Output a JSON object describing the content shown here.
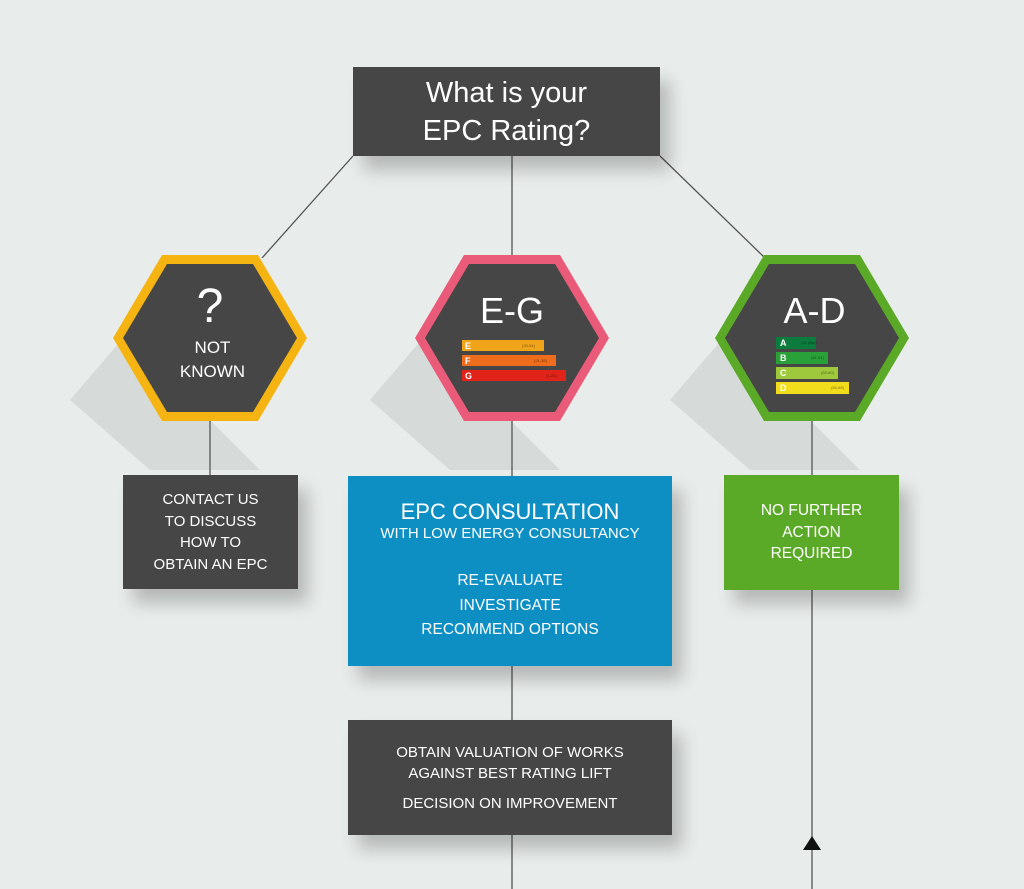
{
  "title": {
    "line1": "What is your",
    "line2": "EPC Rating?"
  },
  "hexagons": {
    "unknown": {
      "symbol": "?",
      "line1": "NOT",
      "line2": "KNOWN",
      "border_color": "#f6b412"
    },
    "eg": {
      "label": "E-G",
      "border_color": "#ea5a79",
      "bars": [
        {
          "letter": "E",
          "color": "#f0a41a",
          "small": "(39-54)"
        },
        {
          "letter": "F",
          "color": "#ee6d1c",
          "small": "(21-38)"
        },
        {
          "letter": "G",
          "color": "#e2231a",
          "small": "(1-20)"
        }
      ]
    },
    "ad": {
      "label": "A-D",
      "border_color": "#5aaa27",
      "bars": [
        {
          "letter": "A",
          "color": "#0b7c3e",
          "small": "(92 plus)"
        },
        {
          "letter": "B",
          "color": "#2aa038",
          "small": "(81-91)"
        },
        {
          "letter": "C",
          "color": "#9ec93c",
          "small": "(69-80)"
        },
        {
          "letter": "D",
          "color": "#f2dd1c",
          "small": "(55-68)"
        }
      ]
    },
    "fill_color": "#464646"
  },
  "contact": {
    "lines": [
      "CONTACT US",
      "TO DISCUSS",
      "HOW TO",
      "OBTAIN AN EPC"
    ]
  },
  "consultation": {
    "heading": "EPC CONSULTATION",
    "subheading": "WITH LOW ENERGY CONSULTANCY",
    "lines": [
      "RE-EVALUATE",
      "INVESTIGATE",
      "RECOMMEND OPTIONS"
    ],
    "color": "#0d8fc3"
  },
  "no_action": {
    "lines": [
      "NO FURTHER",
      "ACTION",
      "REQUIRED"
    ],
    "color": "#5aaa27"
  },
  "works": {
    "line1": "OBTAIN VALUATION OF WORKS",
    "line2": "AGAINST BEST RATING LIFT",
    "line3": "DECISION ON IMPROVEMENT"
  }
}
